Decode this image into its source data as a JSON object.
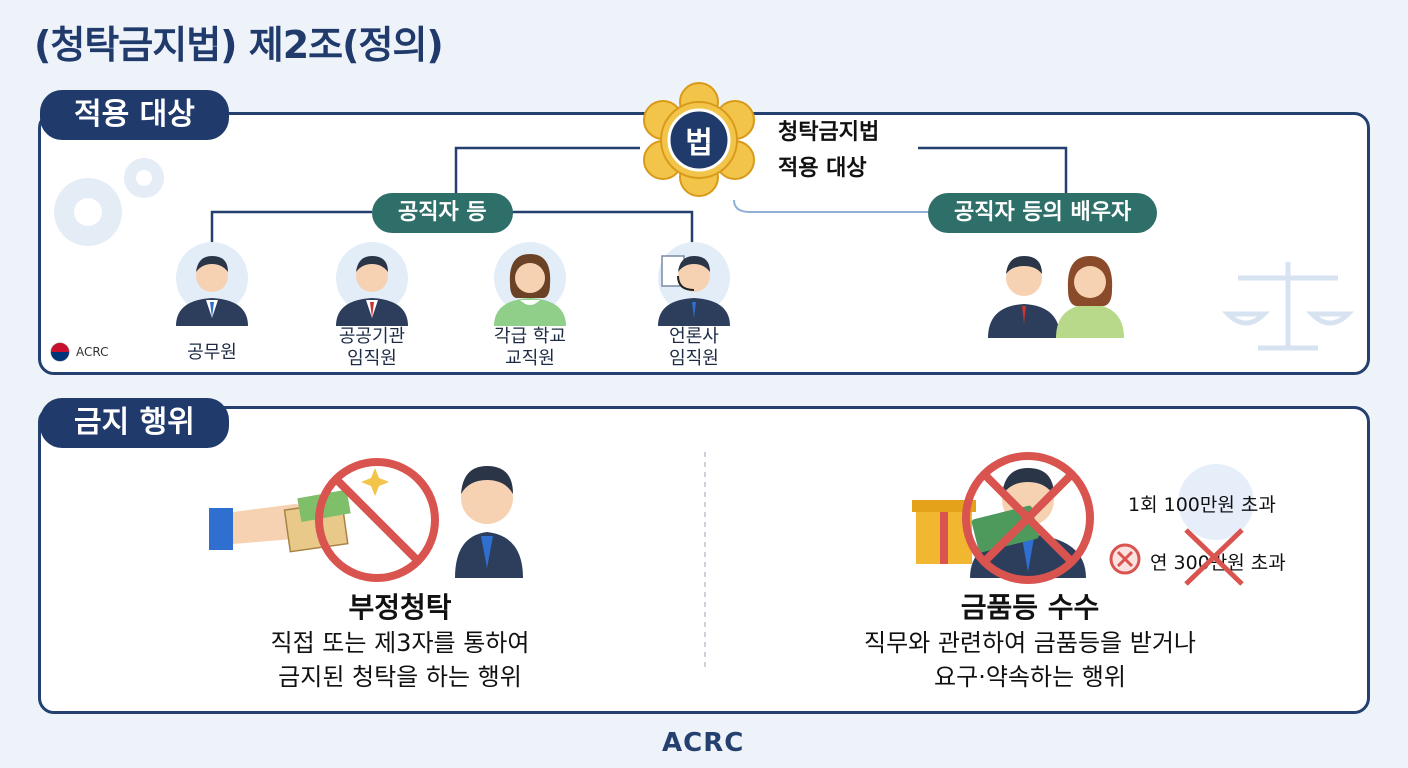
{
  "title": "(청탁금지법) 제2조(정의)",
  "section_top": {
    "tab_label": "적용 대상",
    "center_label_line1": "청탁금지법",
    "center_label_line2": "적용 대상",
    "emblem_text": "법",
    "group_left_label": "공직자 등",
    "group_right_label": "공직자 등의 배우자",
    "people": [
      {
        "line1": "공무원",
        "line2": ""
      },
      {
        "line1": "공공기관",
        "line2": "임직원"
      },
      {
        "line1": "각급 학교",
        "line2": "교직원"
      },
      {
        "line1": "언론사",
        "line2": "임직원"
      }
    ],
    "corner_logo": "ACRC"
  },
  "section_bottom": {
    "tab_label": "금지 행위",
    "left": {
      "heading": "부정청탁",
      "desc_line1": "직접 또는 제3자를 통하여",
      "desc_line2": "금지된 청탁을 하는 행위"
    },
    "right": {
      "heading": "금품등 수수",
      "desc_line1": "직무와 관련하여 금품등을 받거나",
      "desc_line2": "요구·약속하는 행위",
      "limit_1": "1회 100만원 초과",
      "limit_2": "연 300만원 초과"
    }
  },
  "footer_logo": "ACRC",
  "colors": {
    "navy": "#1f3a6b",
    "teal": "#2f6f6a",
    "red": "#d9534f",
    "gold": "#f2b731"
  }
}
